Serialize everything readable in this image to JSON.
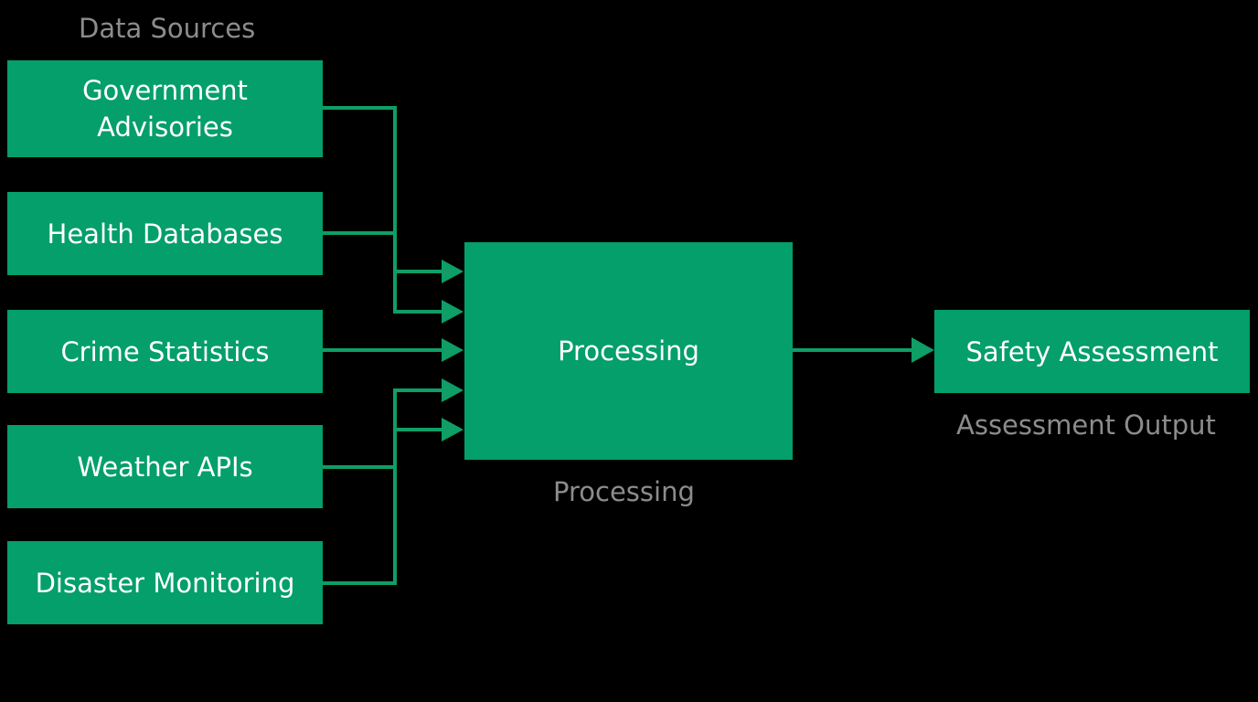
{
  "colors": {
    "background": "#000000",
    "node_fill": "#049f6a",
    "connector": "#0e9e66",
    "node_text": "#ffffff",
    "caption_text": "#8c8c8c"
  },
  "sections": {
    "sources_heading": "Data Sources",
    "processing_caption": "Processing",
    "output_caption": "Assessment Output"
  },
  "sources": [
    {
      "label": "Government Advisories"
    },
    {
      "label": "Health Databases"
    },
    {
      "label": "Crime Statistics"
    },
    {
      "label": "Weather APIs"
    },
    {
      "label": "Disaster Monitoring"
    }
  ],
  "processing": {
    "label": "Processing"
  },
  "output": {
    "label": "Safety Assessment"
  }
}
